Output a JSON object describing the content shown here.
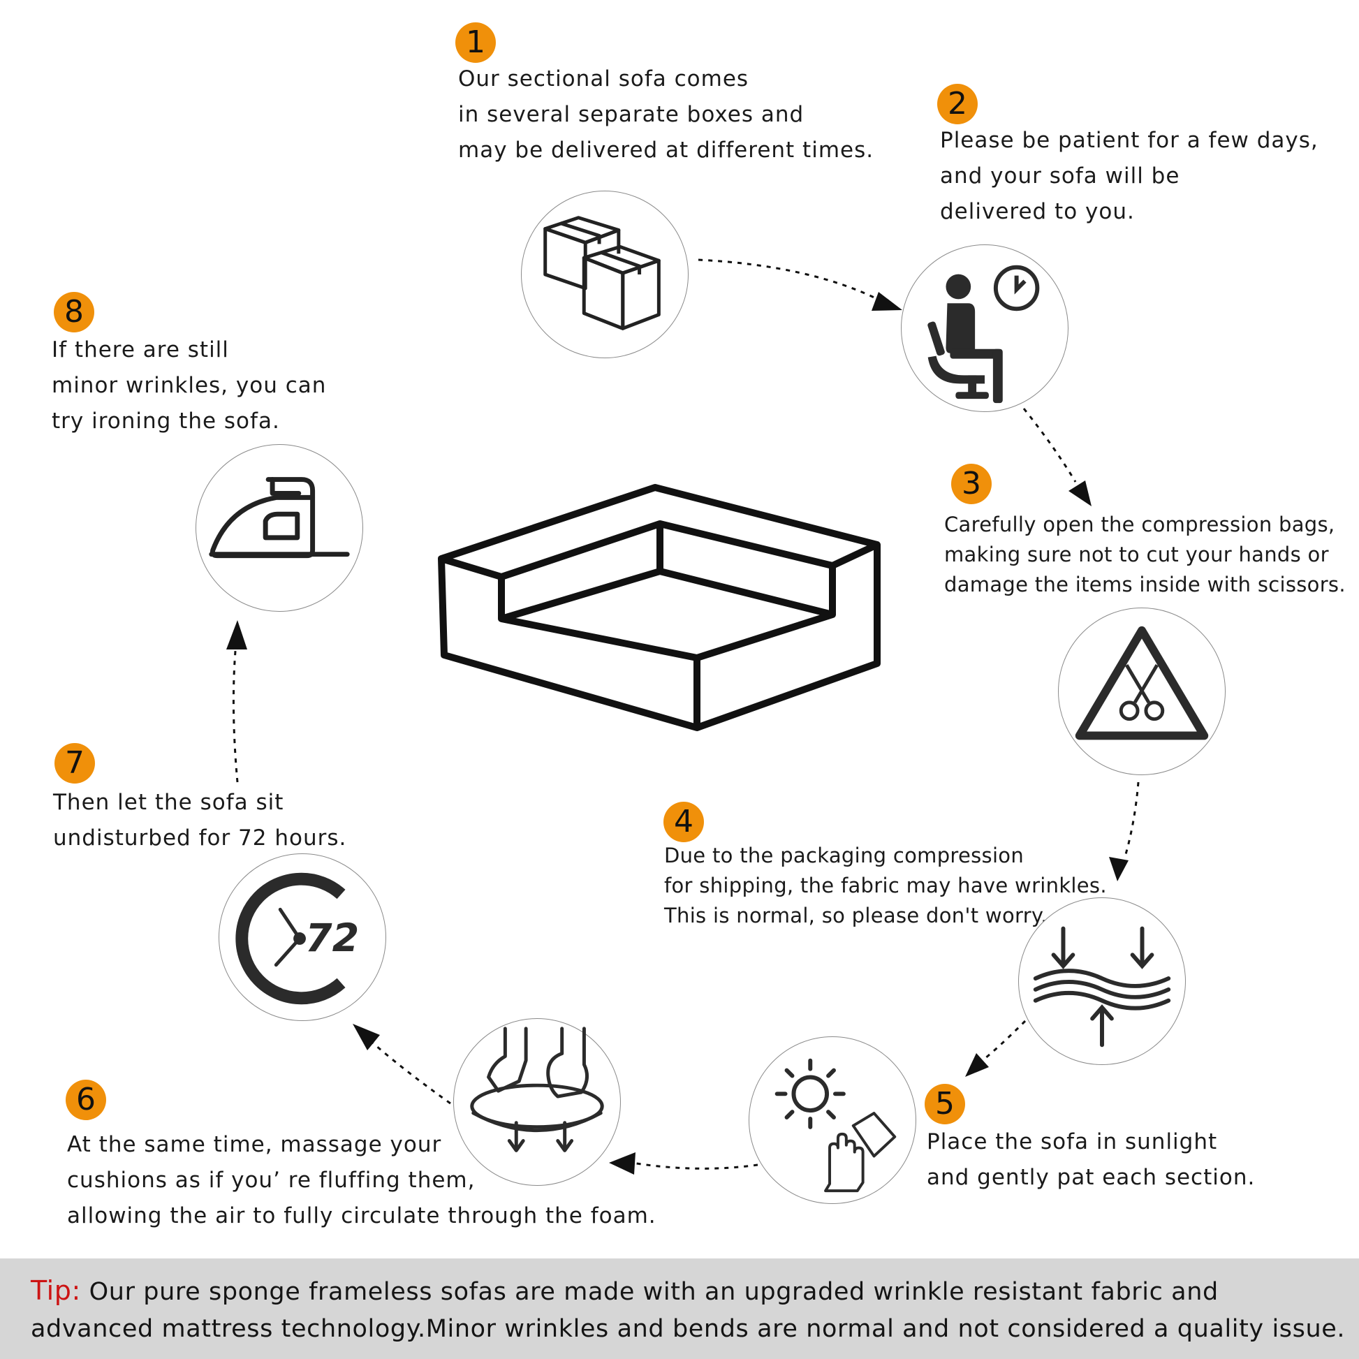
{
  "steps": [
    {
      "number": "1",
      "lines": [
        "Our sectional sofa comes",
        "in several separate boxes and",
        "may be delivered at different times."
      ],
      "icon": "boxes-icon"
    },
    {
      "number": "2",
      "lines": [
        "Please be patient for a few days,",
        "and your sofa will be",
        "delivered to you."
      ],
      "icon": "waiting-person-clock-icon"
    },
    {
      "number": "3",
      "lines": [
        "Carefully open the compression bags,",
        "making sure not to cut your hands or",
        "damage the items inside with scissors."
      ],
      "icon": "scissors-warning-icon"
    },
    {
      "number": "4",
      "lines": [
        "Due to the packaging compression",
        "for shipping, the fabric may have wrinkles.",
        "This is normal, so please don't worry."
      ],
      "icon": "compression-icon"
    },
    {
      "number": "5",
      "lines": [
        "Place the sofa in sunlight",
        "and gently pat each section."
      ],
      "icon": "sun-pat-icon"
    },
    {
      "number": "6",
      "lines": [
        "At the same time, massage your",
        "cushions as if you’ re fluffing them,",
        "allowing the air to fully circulate through the foam."
      ],
      "icon": "massage-cushion-icon"
    },
    {
      "number": "7",
      "lines": [
        "Then let the sofa sit",
        "undisturbed for 72 hours."
      ],
      "icon": "clock-72-icon",
      "icon_text": "72"
    },
    {
      "number": "8",
      "lines": [
        "If there are still",
        "minor wrinkles, you can",
        "try ironing the sofa."
      ],
      "icon": "iron-icon"
    }
  ],
  "tip": {
    "label": "Tip:",
    "line1": " Our pure sponge frameless sofas are made with an upgraded wrinkle resistant fabric and",
    "line2": "advanced mattress technology.Minor wrinkles and bends are normal and not considered a quality issue."
  },
  "colors": {
    "badge": "#f0900a",
    "tip_label": "#cc1414",
    "tip_bar": "#d6d6d6",
    "icon": "#333333"
  }
}
